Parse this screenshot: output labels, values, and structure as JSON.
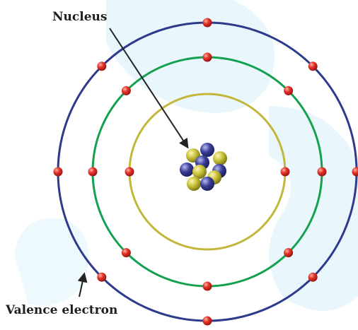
{
  "labels": {
    "nucleus": "Nucleus",
    "valence": "Valence electron"
  },
  "colors": {
    "outer_shell": "#2e3a8c",
    "middle_shell": "#13a14f",
    "inner_shell": "#c2b73a",
    "electron": "#e3342a",
    "proton": "#c9c23a",
    "neutron": "#3b3f99",
    "arrow": "#222222",
    "watermark": "#e6f6fb"
  },
  "shells": [
    {
      "name": "inner-shell",
      "electrons": 2
    },
    {
      "name": "middle-shell",
      "electrons": 8
    },
    {
      "name": "outer-shell",
      "electrons": 8
    }
  ]
}
